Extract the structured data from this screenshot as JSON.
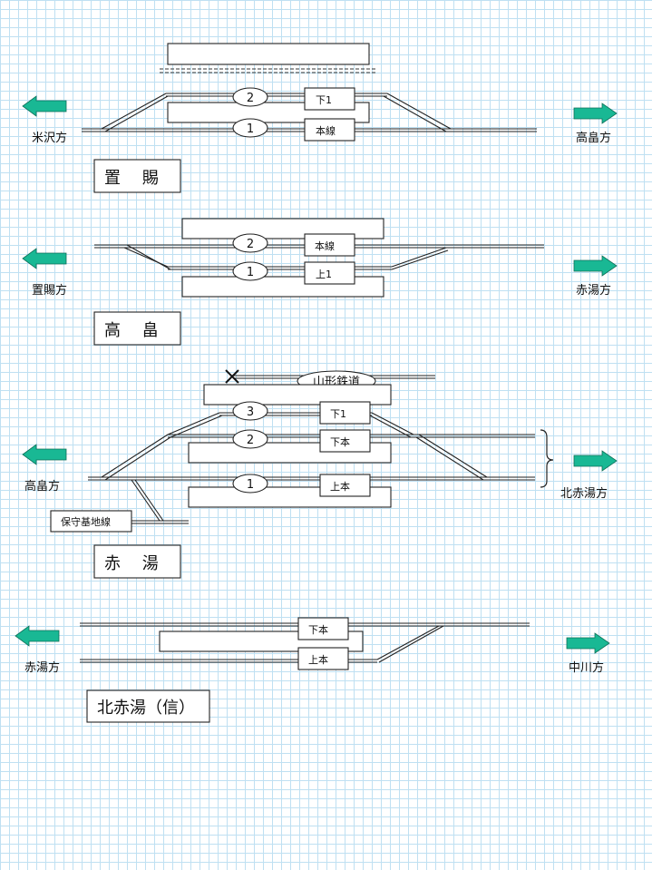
{
  "stations": [
    {
      "name": "置　 賜",
      "left_direction": "米沢方",
      "right_direction": "高畠方",
      "track_numbers": [
        "2",
        "1"
      ],
      "track_labels": [
        "下1",
        "本線"
      ]
    },
    {
      "name": "高　 畠",
      "left_direction": "置賜方",
      "right_direction": "赤湯方",
      "track_numbers": [
        "2",
        "1"
      ],
      "track_labels": [
        "本線",
        "上1"
      ]
    },
    {
      "name": "赤　 湯",
      "left_direction": "高畠方",
      "right_direction": "北赤湯方",
      "track_numbers": [
        "3",
        "2",
        "1"
      ],
      "track_labels": [
        "下1",
        "下本",
        "上本"
      ],
      "connecting_line": "山形鉄道",
      "depot_line": "保守基地線"
    },
    {
      "name": "北赤湯（信）",
      "left_direction": "赤湯方",
      "right_direction": "中川方",
      "track_labels": [
        "下本",
        "上本"
      ]
    }
  ],
  "colors": {
    "arrow": "#19b894",
    "grid": "#bfe0f2",
    "line": "#222222"
  }
}
